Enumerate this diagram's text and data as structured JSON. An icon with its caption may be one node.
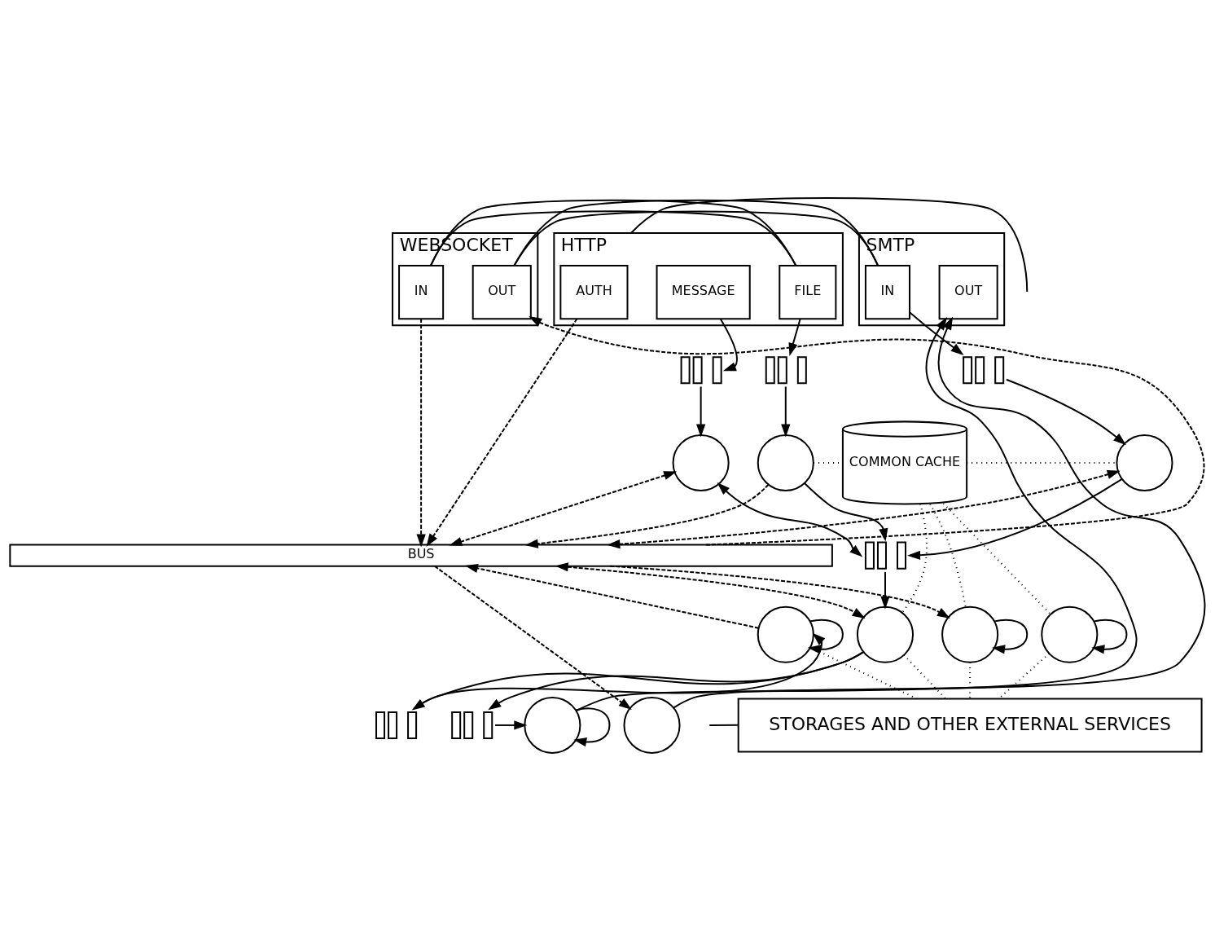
{
  "diagram": {
    "nodes": [
      {
        "text": [
          "HTTP"
        ]
      },
      {
        "text": [
          "AUTH"
        ],
        "in": 0
      },
      {
        "text": [
          "MESSAGE"
        ],
        "in": 0
      },
      {
        "text": [
          "FILE"
        ],
        "in": 0
      },
      {
        "text": [
          "WEBSOCKET"
        ]
      },
      {
        "text": [
          "IN"
        ],
        "in": 4
      },
      {
        "text": [
          "OUT"
        ],
        "in": 4
      },
      {
        "text": [
          "SMTP"
        ]
      },
      {
        "text": [
          "IN"
        ],
        "in": 7
      },
      {
        "text": [
          "OUT"
        ],
        "in": 7
      },
      {
        "text": [],
        "shape": "queue"
      },
      {
        "text": [],
        "shape": "queue"
      },
      {
        "text": [],
        "shape": "queue"
      },
      {
        "text": [],
        "shape": "circle"
      },
      {
        "text": [],
        "shape": "circle"
      },
      {
        "text": [
          "COMMON CACHE"
        ]
      },
      {
        "text": [],
        "shape": "circle"
      },
      {
        "text": [],
        "shape": "queue"
      },
      {
        "text": [
          "BUS"
        ]
      },
      {
        "text": [],
        "shape": "circle"
      },
      {
        "text": [],
        "shape": "circle"
      },
      {
        "text": [],
        "shape": "circle"
      },
      {
        "text": [],
        "shape": "circle"
      },
      {
        "text": [],
        "shape": "queue"
      },
      {
        "text": [],
        "shape": "queue"
      },
      {
        "text": [],
        "shape": "circle"
      },
      {
        "text": [],
        "shape": "circle"
      },
      {
        "text": [
          "STORAGES AND OTHER EXTERNAL SERVICES"
        ]
      }
    ],
    "edges": [
      {
        "from": null,
        "to": 0,
        "arrow": "none"
      },
      {
        "from": 0,
        "to": 4,
        "arrow": "none"
      },
      {
        "from": 4,
        "to": 7,
        "arrow": "none"
      },
      {
        "from": 2,
        "to": 10,
        "arrow": "to"
      },
      {
        "from": 10,
        "to": 13,
        "arrow": "to"
      },
      {
        "from": 3,
        "to": 11,
        "arrow": "to"
      },
      {
        "from": 11,
        "to": 14,
        "arrow": "to"
      },
      {
        "from": 8,
        "to": 12,
        "arrow": "to"
      },
      {
        "from": 12,
        "to": 16,
        "arrow": "to"
      },
      {
        "from": 1,
        "to": 18,
        "arrow": "to",
        "style": "dashed"
      },
      {
        "from": 5,
        "to": 18,
        "arrow": "to",
        "style": "dashed"
      },
      {
        "from": 18,
        "to": 6,
        "arrow": "to",
        "style": "dashed"
      },
      {
        "from": 14,
        "to": 15,
        "arrow": "none",
        "style": "dashed"
      },
      {
        "from": 15,
        "to": 16,
        "arrow": "none",
        "style": "dashed"
      },
      {
        "from": 14,
        "to": 17,
        "arrow": "to"
      },
      {
        "from": 13,
        "to": 17,
        "arrow": "both"
      },
      {
        "from": 16,
        "to": 17,
        "arrow": "to"
      },
      {
        "from": 13,
        "to": 18,
        "arrow": "both",
        "style": "dashed"
      },
      {
        "from": 14,
        "to": 18,
        "arrow": "to",
        "style": "dashed"
      },
      {
        "from": 16,
        "to": 18,
        "arrow": "both",
        "style": "dashed"
      },
      {
        "from": 17,
        "to": 20,
        "arrow": "to"
      },
      {
        "from": 15,
        "to": 20,
        "arrow": "none",
        "style": "dashed"
      },
      {
        "from": 15,
        "to": 21,
        "arrow": "none",
        "style": "dashed"
      },
      {
        "from": 15,
        "to": 22,
        "arrow": "none",
        "style": "dashed"
      },
      {
        "from": 22,
        "to": 27,
        "arrow": "none",
        "style": "dashed"
      },
      {
        "from": 18,
        "to": 20,
        "arrow": "both",
        "style": "dashed"
      },
      {
        "from": 19,
        "to": 18,
        "arrow": "to",
        "style": "dashed"
      },
      {
        "from": 18,
        "to": 21,
        "arrow": "to",
        "style": "dashed"
      },
      {
        "from": 18,
        "to": 26,
        "arrow": "to",
        "style": "dashed"
      },
      {
        "from": 20,
        "to": 23,
        "arrow": "to"
      },
      {
        "from": 23,
        "to": 19,
        "arrow": "to"
      },
      {
        "from": 20,
        "to": 24,
        "arrow": "to"
      },
      {
        "from": 24,
        "to": 25,
        "arrow": "to"
      },
      {
        "from": 25,
        "to": 9,
        "arrow": "to"
      },
      {
        "from": 26,
        "to": 9,
        "arrow": "to"
      },
      {
        "from": 19,
        "to": 27,
        "arrow": "none",
        "style": "dashed"
      },
      {
        "from": 20,
        "to": 27,
        "arrow": "none",
        "style": "dashed"
      },
      {
        "from": 21,
        "to": 27,
        "arrow": "none",
        "style": "dashed"
      },
      {
        "from": 19,
        "to": 19,
        "arrow": "to"
      },
      {
        "from": 21,
        "to": 21,
        "arrow": "to"
      },
      {
        "from": 22,
        "to": 22,
        "arrow": "to"
      },
      {
        "from": 25,
        "to": 25,
        "arrow": "to"
      },
      {
        "from": null,
        "to": 27,
        "arrow": "none"
      }
    ]
  }
}
